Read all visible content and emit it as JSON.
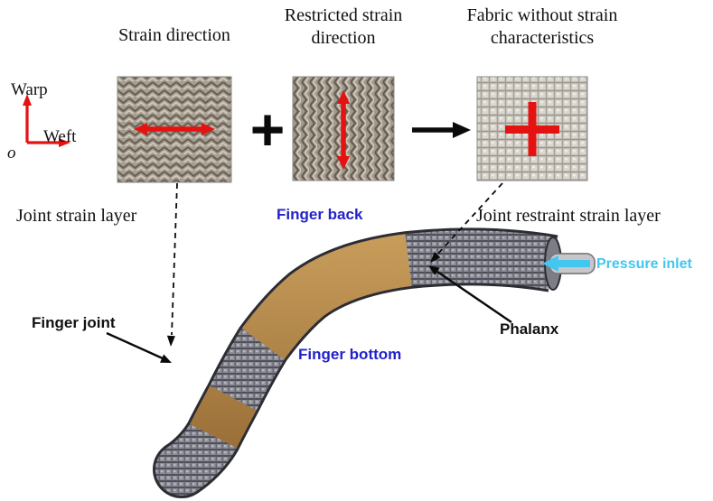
{
  "figure": {
    "axes": {
      "warp": "Warp",
      "weft": "Weft",
      "origin": "o"
    },
    "captions": {
      "strain_direction": "Strain direction",
      "restricted": "Restricted strain direction",
      "no_strain": "Fabric without strain characteristics"
    },
    "operators": {
      "plus": "+"
    },
    "layer_labels": {
      "joint_strain": "Joint strain layer",
      "finger_back": "Finger back",
      "joint_restraint": "Joint restraint strain layer"
    },
    "callouts": {
      "finger_joint": "Finger joint",
      "finger_bottom": "Finger bottom",
      "phalanx": "Phalanx",
      "pressure_inlet": "Pressure inlet"
    },
    "colors": {
      "arrow_red": "#e51212",
      "label_blue": "#2222cc",
      "inlet_cyan": "#41c7f0",
      "joint_tan": "#bb8848",
      "finger_dark": "#2c2c33"
    },
    "icons": {
      "swatch1_arrow": "horizontal-double-arrow-icon",
      "swatch2_arrow": "vertical-double-arrow-icon",
      "swatch3_mark": "red-cross-icon",
      "combine": "plus-icon",
      "result": "right-arrow-icon",
      "inlet": "cyan-left-arrow-icon"
    }
  }
}
